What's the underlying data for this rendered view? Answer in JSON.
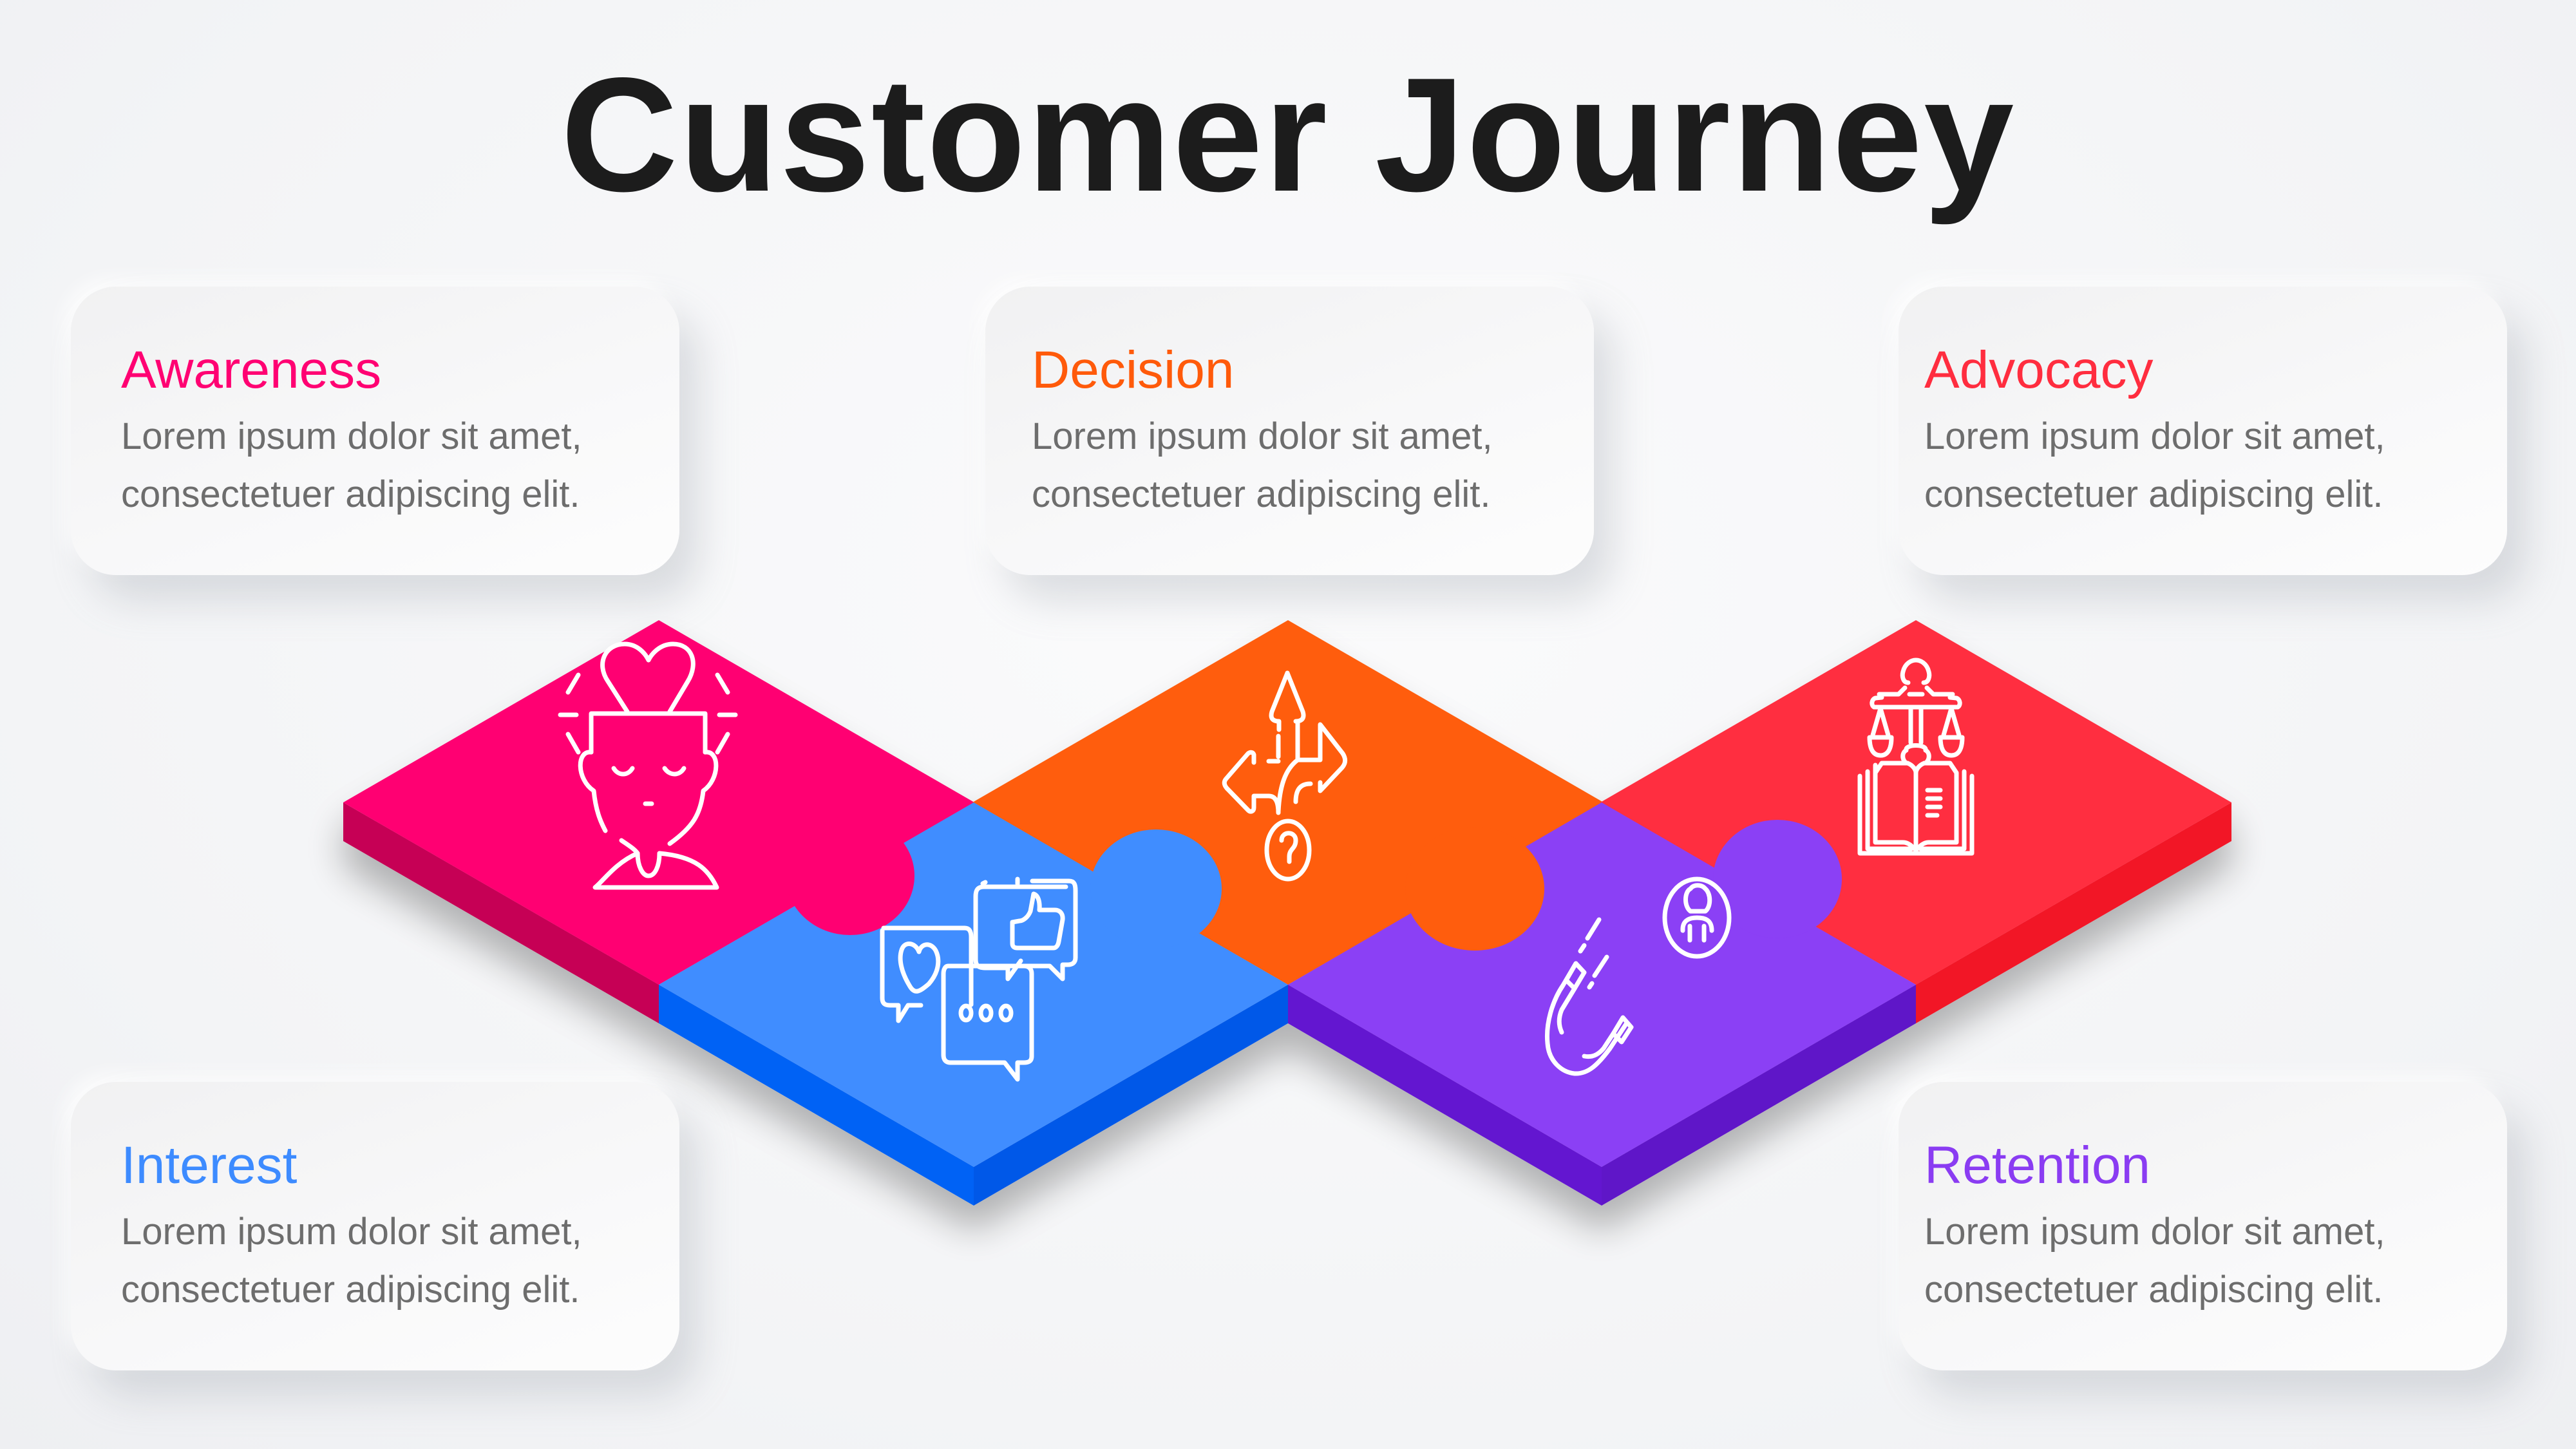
{
  "title": "Customer Journey",
  "stages": [
    {
      "key": "awareness",
      "title": "Awareness",
      "line1": "Lorem ipsum dolor sit amet,",
      "line2": "consectetuer adipiscing elit.",
      "color": "#ff0072",
      "icon": "mind-heart-icon"
    },
    {
      "key": "interest",
      "title": "Interest",
      "line1": "Lorem ipsum dolor sit amet,",
      "line2": "consectetuer adipiscing elit.",
      "color": "#3d8bff",
      "icon": "chat-bubbles-icon"
    },
    {
      "key": "decision",
      "title": "Decision",
      "line1": "Lorem ipsum dolor sit amet,",
      "line2": "consectetuer adipiscing elit.",
      "color": "#ff5a0a",
      "icon": "crossroads-question-icon"
    },
    {
      "key": "retention",
      "title": "Retention",
      "line1": "Lorem ipsum dolor sit amet,",
      "line2": "consectetuer adipiscing elit.",
      "color": "#8a3cf2",
      "icon": "magnet-user-icon"
    },
    {
      "key": "advocacy",
      "title": "Advocacy",
      "line1": "Lorem ipsum dolor sit amet,",
      "line2": "consectetuer adipiscing elit.",
      "color": "#ff2d3f",
      "icon": "law-book-scales-icon"
    }
  ],
  "colors": {
    "awareness_top": "#ff0672",
    "awareness_side": "#c60055",
    "interest_top": "#418dff",
    "interest_side": "#0062f5",
    "decision_top": "#ff5d0b",
    "decision_side": "#d84800",
    "retention_top": "#8b3ff5",
    "retention_side": "#6414d0",
    "advocacy_top": "#ff2e40",
    "advocacy_side": "#f21225",
    "text_body": "#6d6d6d",
    "title": "#1c1c1c"
  }
}
